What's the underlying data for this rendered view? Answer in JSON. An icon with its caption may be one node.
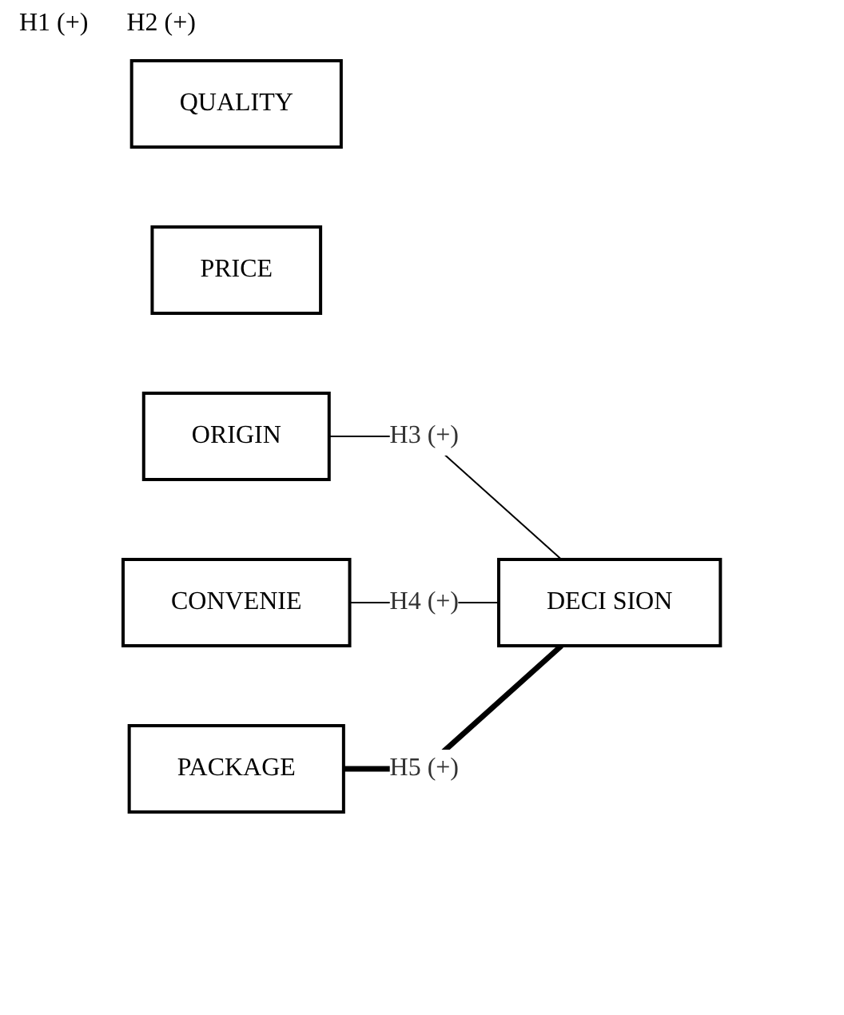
{
  "diagram": {
    "nodes": [
      {
        "text": [
          "QUALITY"
        ]
      },
      {
        "text": [
          "PRICE"
        ]
      },
      {
        "text": [
          "ORIGIN"
        ]
      },
      {
        "text": [
          "CONVENIE"
        ]
      },
      {
        "text": [
          "PACKAGE"
        ]
      },
      {
        "text": [
          "DECI SION"
        ]
      }
    ],
    "edges": [
      {
        "from": 2,
        "to": 5,
        "arrow": "none",
        "label": "H3 (+)"
      },
      {
        "from": 3,
        "to": 5,
        "arrow": "none",
        "label": "H4 (+)"
      },
      {
        "from": 4,
        "to": 5,
        "arrow": "none",
        "label": "H5 (+)",
        "style": "thick"
      }
    ],
    "labels": [
      "H1 (+)",
      "H2 (+)"
    ]
  }
}
